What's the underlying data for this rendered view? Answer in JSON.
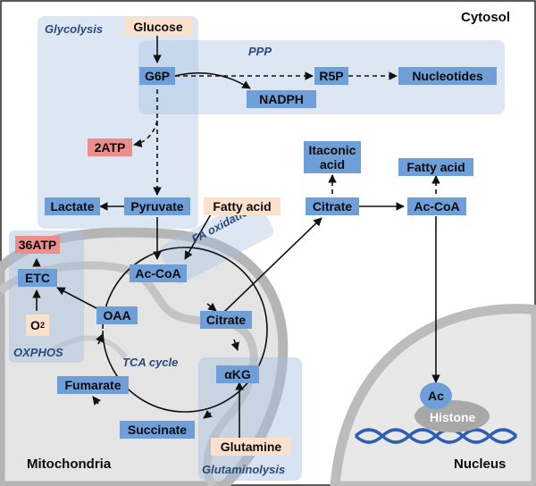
{
  "regions": {
    "cytosol": "Cytosol",
    "mitochondria": "Mitochondria",
    "nucleus": "Nucleus"
  },
  "pathways": {
    "glycolysis": "Glycolysis",
    "ppp": "PPP",
    "fa_oxidation": "FA oxidation",
    "tca_cycle": "TCA cycle",
    "oxphos": "OXPHOS",
    "glutaminolysis": "Glutaminolysis"
  },
  "nodes": {
    "glucose": "Glucose",
    "g6p": "G6P",
    "r5p": "R5P",
    "nucleotides": "Nucleotides",
    "nadph": "NADPH",
    "atp2": "2ATP",
    "lactate": "Lactate",
    "pyruvate": "Pyruvate",
    "fatty_acid_mito": "Fatty acid",
    "acoa_mito": "Ac-CoA",
    "itaconic_acid_line1": "Itaconic",
    "itaconic_acid_line2": "acid",
    "citrate_cyto": "Citrate",
    "fatty_acid_cyto": "Fatty acid",
    "acoa_cyto": "Ac-CoA",
    "atp36": "36ATP",
    "etc": "ETC",
    "o2_base": "O",
    "o2_sub": "2",
    "oaa": "OAA",
    "citrate_mito": "Citrate",
    "fumarate": "Fumarate",
    "akg": "αKG",
    "succinate": "Succinate",
    "glutamine": "Glutamine",
    "ac": "Ac",
    "histone": "Histone"
  },
  "colors": {
    "node_blue": "#6f9fd8",
    "substrate_peach": "#fbe1cc",
    "atp_pink": "#ec8c8c",
    "panel_blue": "#c9d8ec",
    "membrane_gray": "#b8b8b8",
    "dna_blue": "#2f5fb0"
  }
}
